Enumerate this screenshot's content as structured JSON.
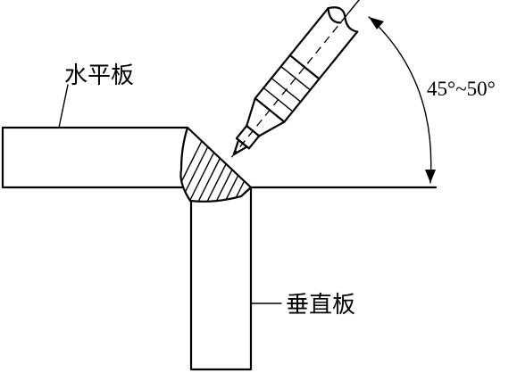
{
  "labels": {
    "horizontal_plate": "水平板",
    "vertical_plate": "垂直板",
    "angle_range": "45°~50°"
  },
  "angle_range_deg": [
    45,
    50
  ],
  "colors": {
    "line": "#000000",
    "background": "#ffffff"
  },
  "icons": {
    "electrode_holder": "electrode-holder-icon",
    "weld_bead": "weld-bead-hatch",
    "angle_arrow": "arc-arrow-icon"
  }
}
